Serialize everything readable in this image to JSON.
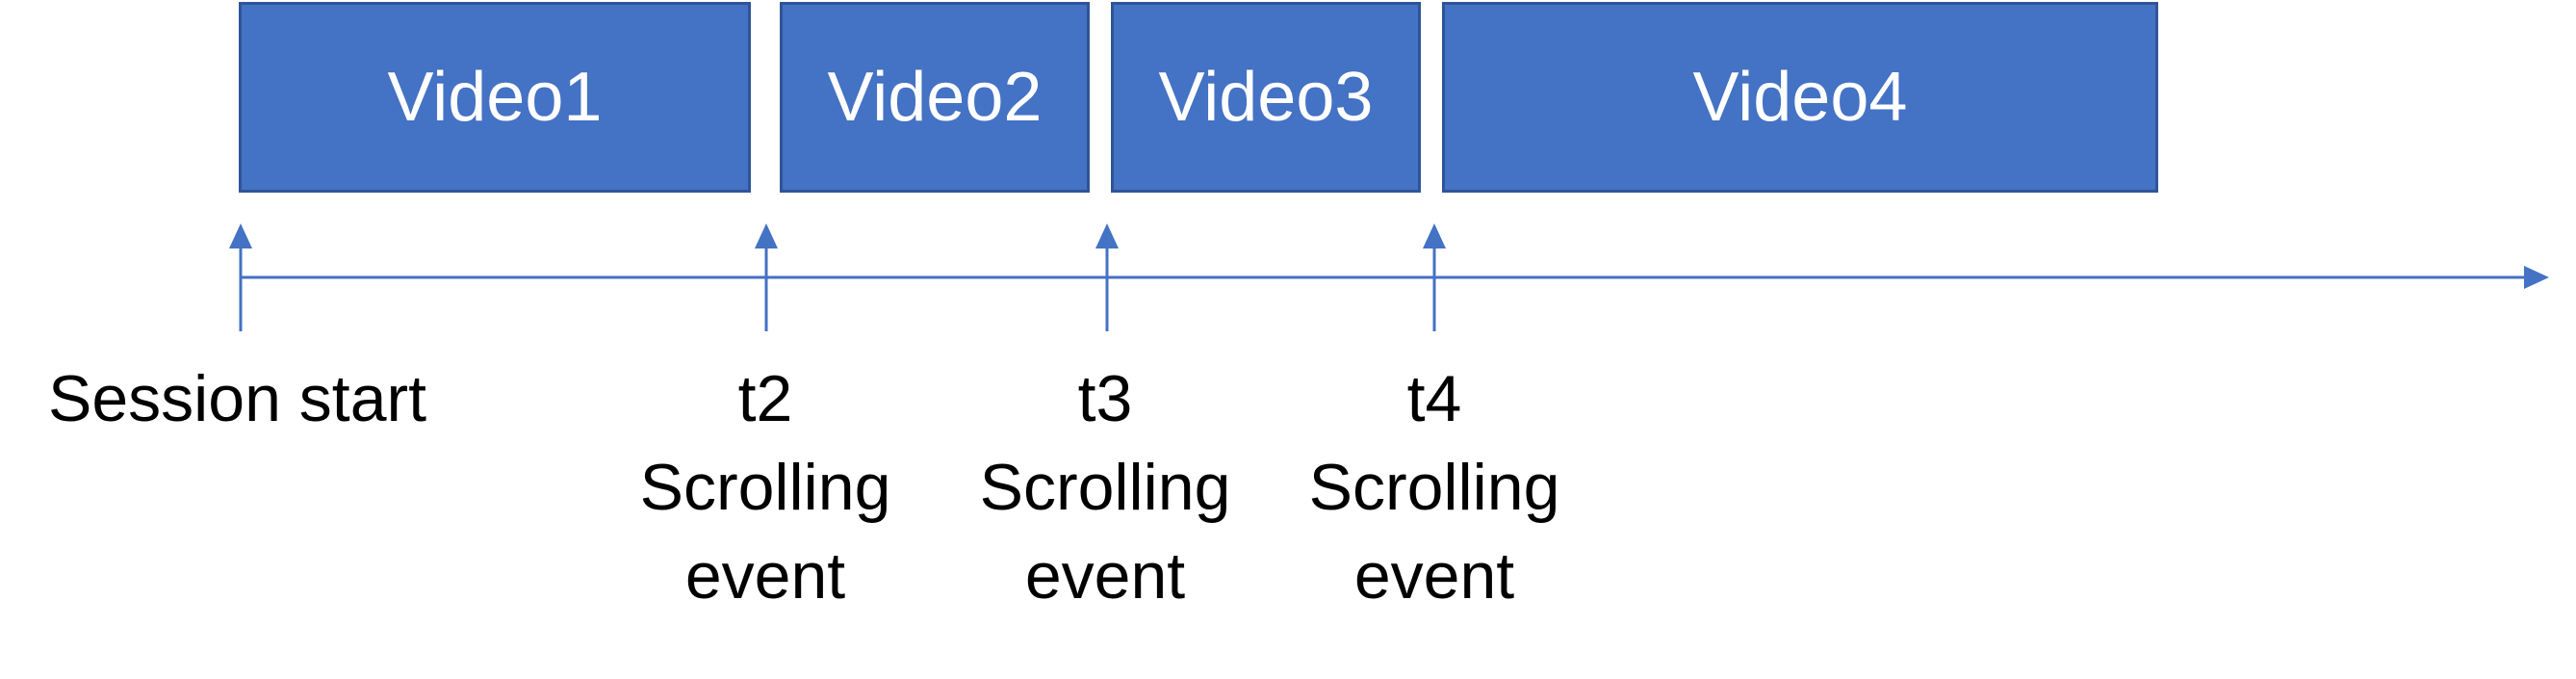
{
  "videos": [
    {
      "label": "Video1"
    },
    {
      "label": "Video2"
    },
    {
      "label": "Video3"
    },
    {
      "label": "Video4"
    }
  ],
  "session_start": "Session start",
  "events": [
    {
      "time": "t2",
      "line1": "Scrolling",
      "line2": "event"
    },
    {
      "time": "t3",
      "line1": "Scrolling",
      "line2": "event"
    },
    {
      "time": "t4",
      "line1": "Scrolling",
      "line2": "event"
    }
  ],
  "colors": {
    "box_fill": "#4472C4",
    "box_border": "#2F5597",
    "axis": "#4472C4",
    "text": "#000000"
  }
}
